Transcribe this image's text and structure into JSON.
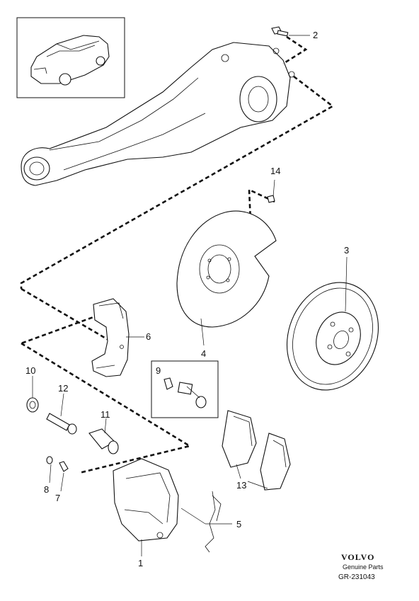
{
  "callouts": {
    "c1": "1",
    "c2": "2",
    "c3": "3",
    "c4": "4",
    "c5": "5",
    "c6": "6",
    "c7": "7",
    "c8": "8",
    "c9": "9",
    "c10": "10",
    "c11": "11",
    "c12": "12",
    "c13": "13",
    "c14": "14"
  },
  "footer": {
    "brand": "VOLVO",
    "tagline": "Genuine Parts",
    "code": "GR-231043"
  }
}
